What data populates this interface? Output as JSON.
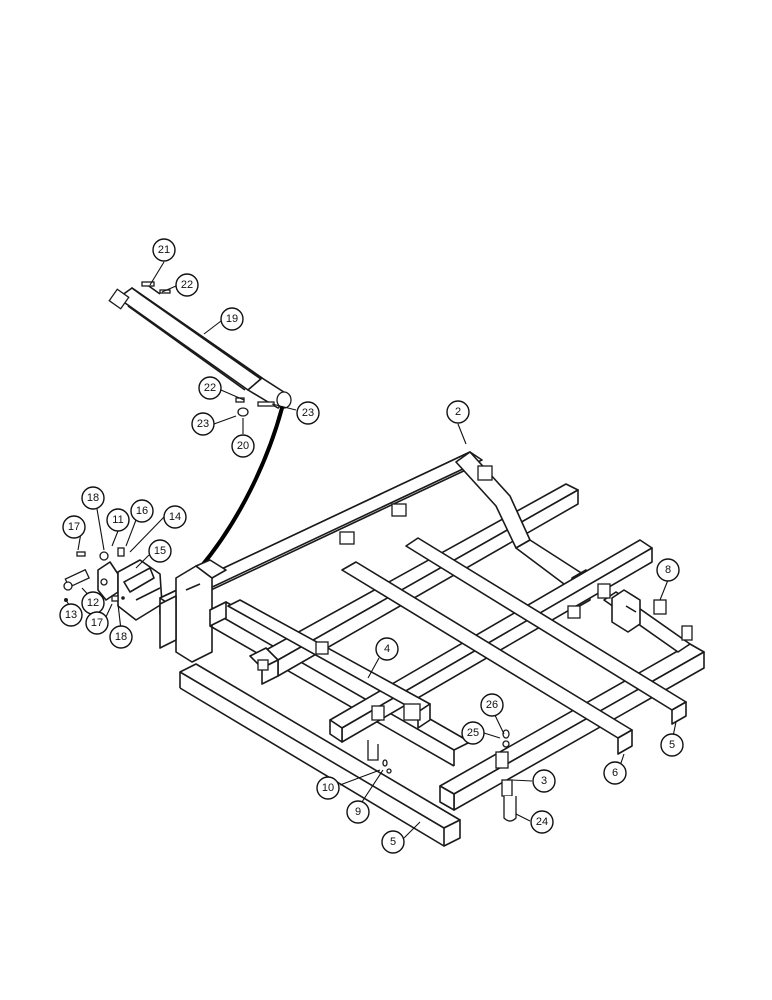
{
  "callouts": [
    "2",
    "3",
    "4",
    "5",
    "5",
    "6",
    "8",
    "9",
    "10",
    "11",
    "12",
    "13",
    "14",
    "15",
    "16",
    "17",
    "17",
    "18",
    "18",
    "19",
    "20",
    "21",
    "22",
    "22",
    "23",
    "23",
    "24",
    "25",
    "26"
  ],
  "colors": {
    "line": "#1a1a1a",
    "background": "#ffffff"
  }
}
